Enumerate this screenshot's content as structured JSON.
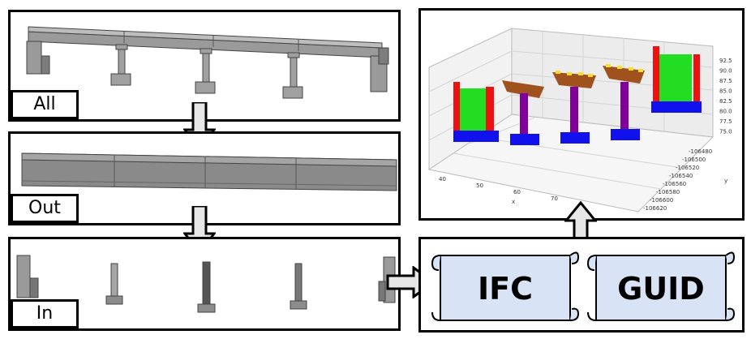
{
  "panels": {
    "all": {
      "label": "All"
    },
    "out": {
      "label": "Out"
    },
    "in": {
      "label": "In"
    }
  },
  "scrolls": {
    "ifc": "IFC",
    "guid": "GUID"
  },
  "plot3d": {
    "x_label": "x",
    "y_label": "y",
    "x_ticks": [
      "40",
      "50",
      "60",
      "70"
    ],
    "y_ticks": [
      "-106480",
      "-106500",
      "-106520",
      "-106540",
      "-106560",
      "-106580",
      "-106600",
      "-106620"
    ],
    "z_ticks": [
      "92.5",
      "90.0",
      "87.5",
      "85.0",
      "82.5",
      "80.0",
      "77.5",
      "75.0"
    ]
  },
  "colors": {
    "abutment_wall": "#22dd22",
    "abutment_side": "#ee1111",
    "footing": "#1111ee",
    "cap": "#a0521e",
    "column": "#800099",
    "bearing": "#ffdd22",
    "scroll_fill": "#d8e4f5",
    "model_gray": "#8c8c8c"
  },
  "icons": [
    "arrow-down-icon",
    "arrow-right-icon",
    "arrow-up-icon",
    "scroll-icon"
  ]
}
